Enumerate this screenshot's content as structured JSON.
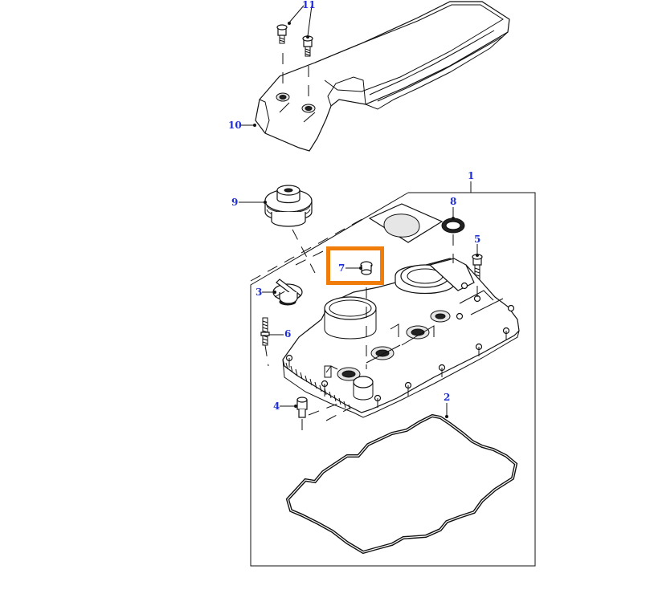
{
  "colors": {
    "callout_text": "#1f2fd6",
    "highlight": "#f07d0a",
    "line": "#111111"
  },
  "diagram": {
    "callouts": [
      {
        "id": "c11",
        "text": "11"
      },
      {
        "id": "c10",
        "text": "10"
      },
      {
        "id": "c1",
        "text": "1"
      },
      {
        "id": "c9",
        "text": "9"
      },
      {
        "id": "c8",
        "text": "8"
      },
      {
        "id": "c5",
        "text": "5"
      },
      {
        "id": "c7",
        "text": "7"
      },
      {
        "id": "c3",
        "text": "3"
      },
      {
        "id": "c6",
        "text": "6"
      },
      {
        "id": "c4",
        "text": "4"
      },
      {
        "id": "c2",
        "text": "2"
      }
    ],
    "highlighted_callout": "7"
  }
}
